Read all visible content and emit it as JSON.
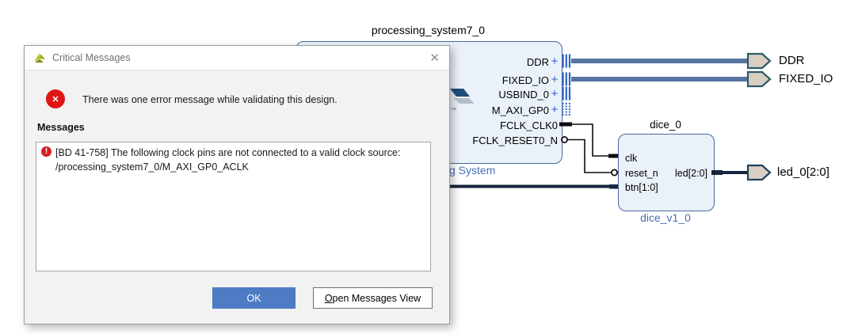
{
  "colors": {
    "accent_blue": "#4d7bc4",
    "error_red": "#e01414",
    "block_fill": "#eaf1f9",
    "block_border": "#49699c",
    "bus_blue": "#56749f",
    "plus_blue": "#2f62c8",
    "label_blue": "#4470b4",
    "wire_dark": "#17263e",
    "port_fill": "#d8cec2",
    "port_border": "#2c5b68"
  },
  "dialog": {
    "title": "Critical Messages",
    "close_icon": "✕",
    "error_glyph": "✕",
    "warn_glyph": "!",
    "summary": "There was one error message while validating this design.",
    "messages_label": "Messages",
    "message": {
      "line1": "[BD 41-758] The following clock pins are not connected to a valid clock source:",
      "line2": "/processing_system7_0/M_AXI_GP0_ACLK"
    },
    "buttons": {
      "ok": "OK",
      "open_first": "O",
      "open_rest": "pen Messages View"
    }
  },
  "diagram": {
    "ps7": {
      "title": "processing_system7_0",
      "subtitle_fragment": "g System",
      "ports": [
        {
          "label": "DDR",
          "plus": "+"
        },
        {
          "label": "FIXED_IO",
          "plus": "+"
        },
        {
          "label": "USBIND_0",
          "plus": "+"
        },
        {
          "label": "M_AXI_GP0",
          "plus": "+"
        },
        {
          "label": "FCLK_CLK0"
        },
        {
          "label": "FCLK_RESET0_N"
        }
      ]
    },
    "dice": {
      "title": "dice_0",
      "subtitle": "dice_v1_0",
      "pins": {
        "clk": "clk",
        "reset_n": "reset_n",
        "btn": "btn[1:0]",
        "led": "led[2:0]"
      }
    },
    "external_ports": {
      "ddr": "DDR",
      "fixed_io": "FIXED_IO",
      "led": "led_0[2:0]"
    }
  }
}
